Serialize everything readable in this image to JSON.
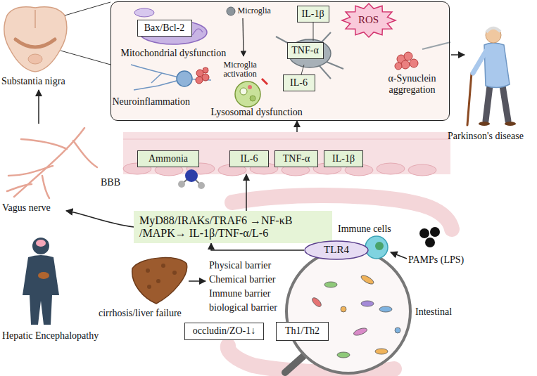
{
  "diagram": {
    "nodes": [
      {
        "text": [
          "Mitochondrial dysfunction",
          "Microglia",
          "Microglia activation",
          "Neuroinflammation",
          "α-Synuclein aggregation",
          "Lysosomal dysfunction"
        ]
      },
      {
        "text": [
          "Bax/Bcl-2"
        ],
        "in": 0
      },
      {
        "text": [
          "IL-1β"
        ],
        "in": 0
      },
      {
        "text": [
          "ROS"
        ],
        "in": 0
      },
      {
        "text": [
          "TNF-α"
        ],
        "in": 0
      },
      {
        "text": [
          "IL-6"
        ],
        "in": 0
      },
      {
        "text": [
          "BBB"
        ]
      },
      {
        "text": [
          "Ammonia"
        ],
        "in": 6
      },
      {
        "text": [
          "IL-6"
        ],
        "in": 6
      },
      {
        "text": [
          "TNF-α"
        ],
        "in": 6
      },
      {
        "text": [
          "IL-1β"
        ],
        "in": 6
      },
      {
        "text": [
          "MyD88/IRAKs/TRAF6 →NF-κB /MAPK→ IL-1β/TNF-α/L-6"
        ]
      },
      {
        "text": [
          "TLR4"
        ]
      },
      {
        "text": [
          "occludin/ZO-1↓"
        ]
      },
      {
        "text": [
          "Th1/Th2"
        ]
      }
    ],
    "edges": [
      {
        "from": 11,
        "to": 6,
        "arrow": "to"
      },
      {
        "from": 6,
        "to": 0,
        "arrow": "to"
      },
      {
        "from": 12,
        "to": 11,
        "arrow": "to"
      }
    ],
    "labels": [
      "Substantia nigra",
      "Parkinson's disease",
      "Vagus nerve",
      "Hepatic Encephalopathy",
      "cirrhosis/liver failure",
      "Physical barrier",
      "Chemical barrier",
      "Immune barrier",
      "biological barrier",
      "Immune cells",
      "PAMPs (LPS)",
      "Intestinal"
    ]
  }
}
